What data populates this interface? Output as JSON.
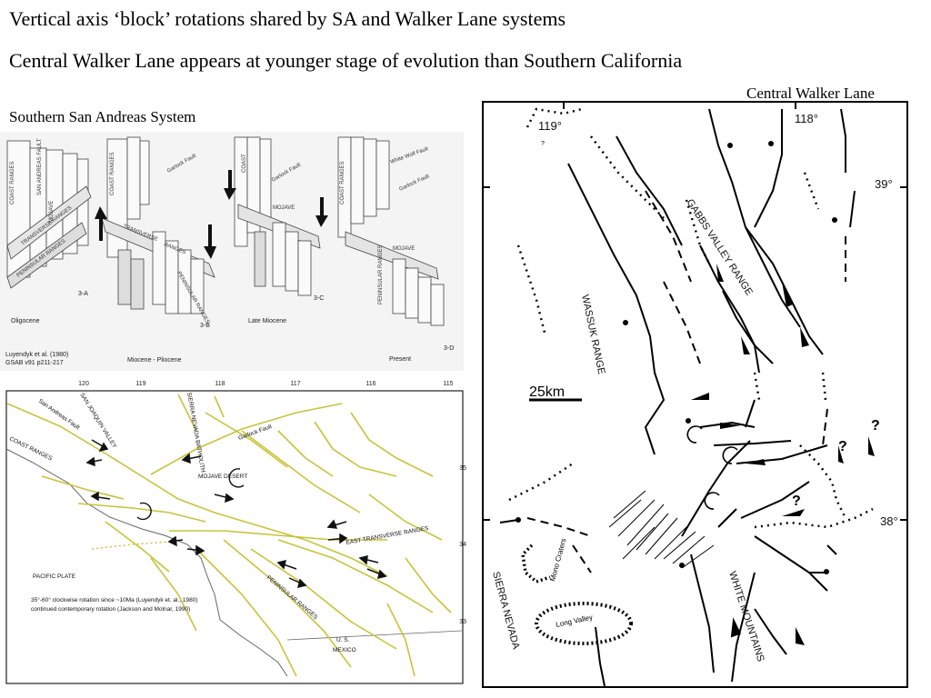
{
  "slide": {
    "title_line1": "Vertical axis ‘block’ rotations shared by SA and Walker Lane systems",
    "title_line2": "Central Walker Lane appears at younger stage of evolution than Southern California",
    "label_left": "Southern San Andreas System",
    "label_right": "Central Walker Lane"
  },
  "block_diagram": {
    "panels": [
      {
        "id": "3-A",
        "caption": "Oligocene",
        "labels": [
          "COAST RANGES",
          "SAN ANDREAS FAULT",
          "MOJAVE",
          "TRANSVERSE RANGES",
          "PENINSULAR RANGES"
        ]
      },
      {
        "id": "3-B",
        "caption": "Miocene - Pliocene",
        "labels": [
          "COAST RANGES",
          "TRANSVERSE",
          "RANGES",
          "PENINSULAR RANGES",
          "Garlock Fault"
        ]
      },
      {
        "id": "3-C",
        "caption": "Late Miocene",
        "labels": [
          "COAST",
          "MOJAVE",
          "Garlock Fault"
        ]
      },
      {
        "id": "3-D",
        "caption": "Present",
        "labels": [
          "COAST RANGES",
          "MOJAVE",
          "PENINSULAR RANGES",
          "Garlock Fault",
          "White Wolf Fault"
        ]
      }
    ],
    "citation_line1": "Luyendyk et al. (1980)",
    "citation_line2": "GSAB v91 p211-217"
  },
  "socal_map": {
    "lon_ticks": [
      "120",
      "119",
      "118",
      "117",
      "116",
      "115"
    ],
    "lat_ticks": [
      "35",
      "34",
      "33"
    ],
    "labels": {
      "san_andreas": "San Andreas Fault",
      "san_joaquin": "SAN JOAQUIN VALLEY",
      "sierra_batholith": "SIERRA NEVADA BATHOLITH",
      "garlock": "Garlock Fault",
      "coast_ranges": "COAST RANGES",
      "mojave": "MOJAVE DESERT",
      "east_transverse": "EAST TRANSVERSE RANGES",
      "pacific_plate": "PACIFIC PLATE",
      "peninsular": "PENINSULAR RANGES",
      "us": "U. S.",
      "mexico": "MEXICO"
    },
    "caption_line1": "35°-60° clockwise rotation since ~10Ma (Luyendyk et. al., 1980)",
    "caption_line2": "continued contemporary rotation (Jackson and Molnar, 1990)",
    "fault_color": "#c8c33a"
  },
  "walker_map": {
    "lon_labels": [
      "119°",
      "118°"
    ],
    "lat_labels": [
      "39°",
      "38°"
    ],
    "scale_label": "25km",
    "features": {
      "gabbs": "GABBS VALLEY RANGE",
      "wassuk": "WASSUK RANGE",
      "sierra": "SIERRA NEVADA",
      "white_mtns": "WHITE MOUNTAINS",
      "long_valley": "Long Valley",
      "mono": "Mono Craters"
    },
    "uncertain_mark": "?"
  }
}
